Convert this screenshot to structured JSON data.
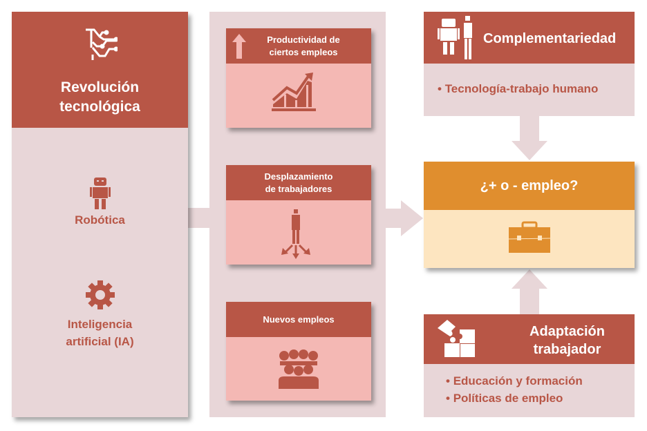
{
  "left_panel": {
    "title_line1": "Revolución",
    "title_line2": "tecnológica",
    "icon": "circuit-icon",
    "items": [
      {
        "icon": "robot-icon",
        "label": "Robótica"
      },
      {
        "icon": "gear-icon",
        "label_line1": "Inteligencia",
        "label_line2": "artificial (IA)"
      }
    ]
  },
  "middle_panel": {
    "cards": [
      {
        "title_line1": "Productividad de",
        "title_line2": "ciertos empleos",
        "icon": "growth-chart-icon",
        "badge_icon": "arrow-up-icon"
      },
      {
        "title_line1": "Desplazamiento",
        "title_line2": "de trabajadores",
        "icon": "person-displacement-icon"
      },
      {
        "title_line1": "Nuevos empleos",
        "icon": "people-group-icon"
      }
    ]
  },
  "right_panel": {
    "complementariedad": {
      "title": "Complementariedad",
      "icon": "robot-human-icon",
      "bullets": [
        "Tecnología-trabajo humano"
      ]
    },
    "result": {
      "title": "¿+ o - empleo?",
      "icon": "briefcase-icon"
    },
    "adaptacion": {
      "title_line1": "Adaptación",
      "title_line2": "trabajador",
      "icon": "puzzle-icon",
      "bullets": [
        "Educación y formación",
        "Políticas de empleo"
      ]
    }
  },
  "colors": {
    "dark": "#B85646",
    "light": "#E8D6D8",
    "pink": "#F4B8B4",
    "orange": "#E08E2E",
    "cream": "#FDE5C0"
  }
}
